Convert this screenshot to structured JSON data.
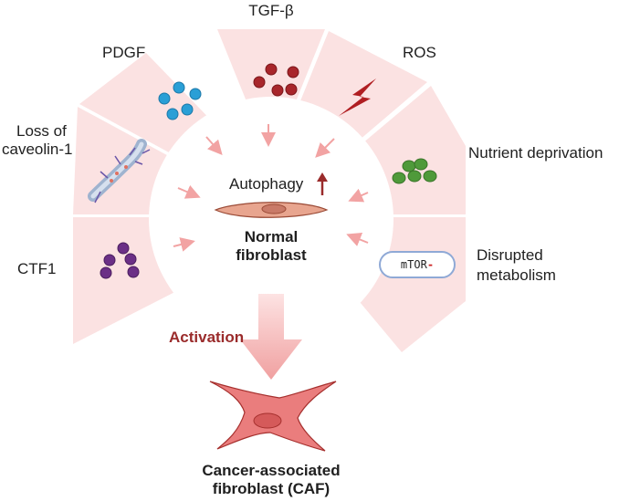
{
  "factors": {
    "tgf_beta": "TGF-β",
    "pdgf": "PDGF",
    "ros": "ROS",
    "loss_caveolin": [
      "Loss of",
      "caveolin-1"
    ],
    "nutrient": "Nutrient deprivation",
    "ctf1": "CTF1",
    "disrupted_metabolism": [
      "Disrupted",
      "metabolism"
    ]
  },
  "mtor": {
    "label": "mTOR",
    "sign": "-"
  },
  "center": {
    "autophagy": "Autophagy",
    "normal_fibroblast": [
      "Normal",
      "fibroblast"
    ]
  },
  "activation": "Activation",
  "caf": [
    "Cancer-associated",
    "fibroblast (CAF)"
  ],
  "colors": {
    "segment_fill": "#fbe2e2",
    "arrow_pink": "#f2a3a3",
    "activation_red": "#9a2b2b",
    "blue_dot": "#2a9fd6",
    "red_dot": "#a8262b",
    "green_dot": "#4f9a3a",
    "purple_dot": "#6b2f86",
    "fibroblast_fill": "#e8a58f",
    "caf_fill": "#ea7d7d"
  },
  "icons": [
    "blue-particles-icon",
    "red-particles-icon",
    "lightning-bolt-icon",
    "green-particles-icon",
    "purple-particles-icon",
    "caveolae-membrane-icon",
    "fibroblast-cell-icon",
    "caf-cell-icon"
  ]
}
